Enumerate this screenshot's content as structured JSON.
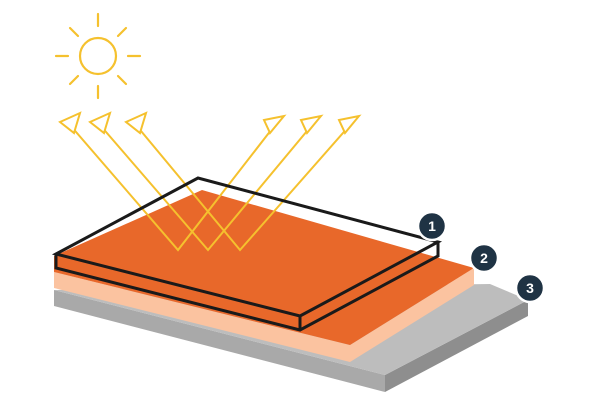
{
  "colors": {
    "sun": "#F5C12E",
    "membrane_top": "#E8682A",
    "membrane_front": "#FBC3A0",
    "substrate_top": "#BDBDBD",
    "substrate_right": "#8E8E8E",
    "substrate_front": "#A9A9A9",
    "coating_outline": "#1A1A1A",
    "badge_fill": "#1F3344",
    "badge_text": "#FFFFFF"
  },
  "icons": {
    "sun": "sun-icon"
  },
  "badges": [
    {
      "label": "1"
    },
    {
      "label": "2"
    },
    {
      "label": "3"
    }
  ]
}
